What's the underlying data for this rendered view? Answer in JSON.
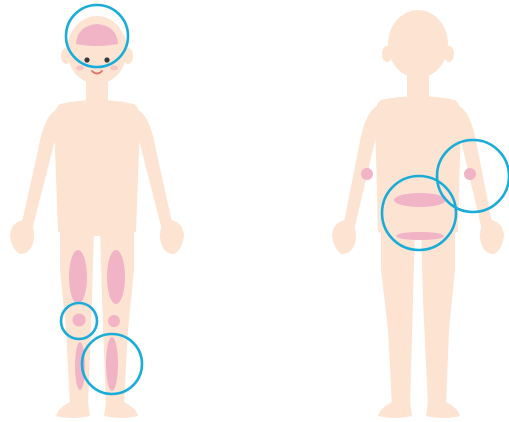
{
  "figures": [
    {
      "name": "front-view",
      "skin_color": "#FDE4D2",
      "face": {
        "eyes_color": "#3A3A3A",
        "mouth_color": "#E0706A"
      },
      "markers": [
        {
          "name": "scalp-patch",
          "shape": "cap"
        },
        {
          "name": "left-thigh-patch",
          "shape": "oval"
        },
        {
          "name": "right-thigh-patch",
          "shape": "oval"
        },
        {
          "name": "left-knee-patch",
          "shape": "dot"
        },
        {
          "name": "right-knee-patch",
          "shape": "dot"
        },
        {
          "name": "left-shin-patch",
          "shape": "oval"
        },
        {
          "name": "right-shin-patch",
          "shape": "oval"
        }
      ],
      "highlights": [
        {
          "name": "scalp-highlight"
        },
        {
          "name": "knee-highlight"
        },
        {
          "name": "shin-highlight"
        }
      ]
    },
    {
      "name": "back-view",
      "skin_color": "#FDE4D2",
      "markers": [
        {
          "name": "left-elbow-patch",
          "shape": "dot"
        },
        {
          "name": "right-elbow-patch",
          "shape": "dot"
        },
        {
          "name": "lower-back-patch",
          "shape": "band"
        },
        {
          "name": "buttocks-patch",
          "shape": "band"
        }
      ],
      "highlights": [
        {
          "name": "elbow-highlight"
        },
        {
          "name": "lower-back-highlight"
        }
      ]
    }
  ],
  "colors": {
    "skin": "#FDE4D2",
    "patch": "#F1B3C6",
    "highlight_ring": "#1AACD8",
    "cheek": "#F6C6C6"
  }
}
